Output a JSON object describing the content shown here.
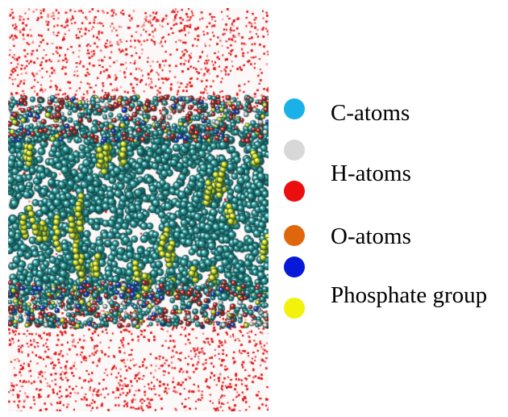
{
  "legend": {
    "items": [
      {
        "key": "c",
        "color": "#1ab0e8",
        "label": "C-atoms"
      },
      {
        "key": "h",
        "color": "#d8d8d8",
        "label": "H-atoms"
      },
      {
        "key": "o",
        "color": "#ec0e0e",
        "label": ""
      },
      {
        "key": "n",
        "color": "#e0660c",
        "label": "O-atoms"
      },
      {
        "key": "p",
        "color": "#0818d8",
        "label": ""
      },
      {
        "key": "y",
        "color": "#f2f20c",
        "label": "Phosphate group"
      }
    ]
  },
  "colors": {
    "water": "#e11414",
    "tail": "#2fa1a1",
    "headgroup_yellow": "#e6e60a",
    "headgroup_blue": "#2233cc",
    "headgroup_white": "#dddddd"
  }
}
